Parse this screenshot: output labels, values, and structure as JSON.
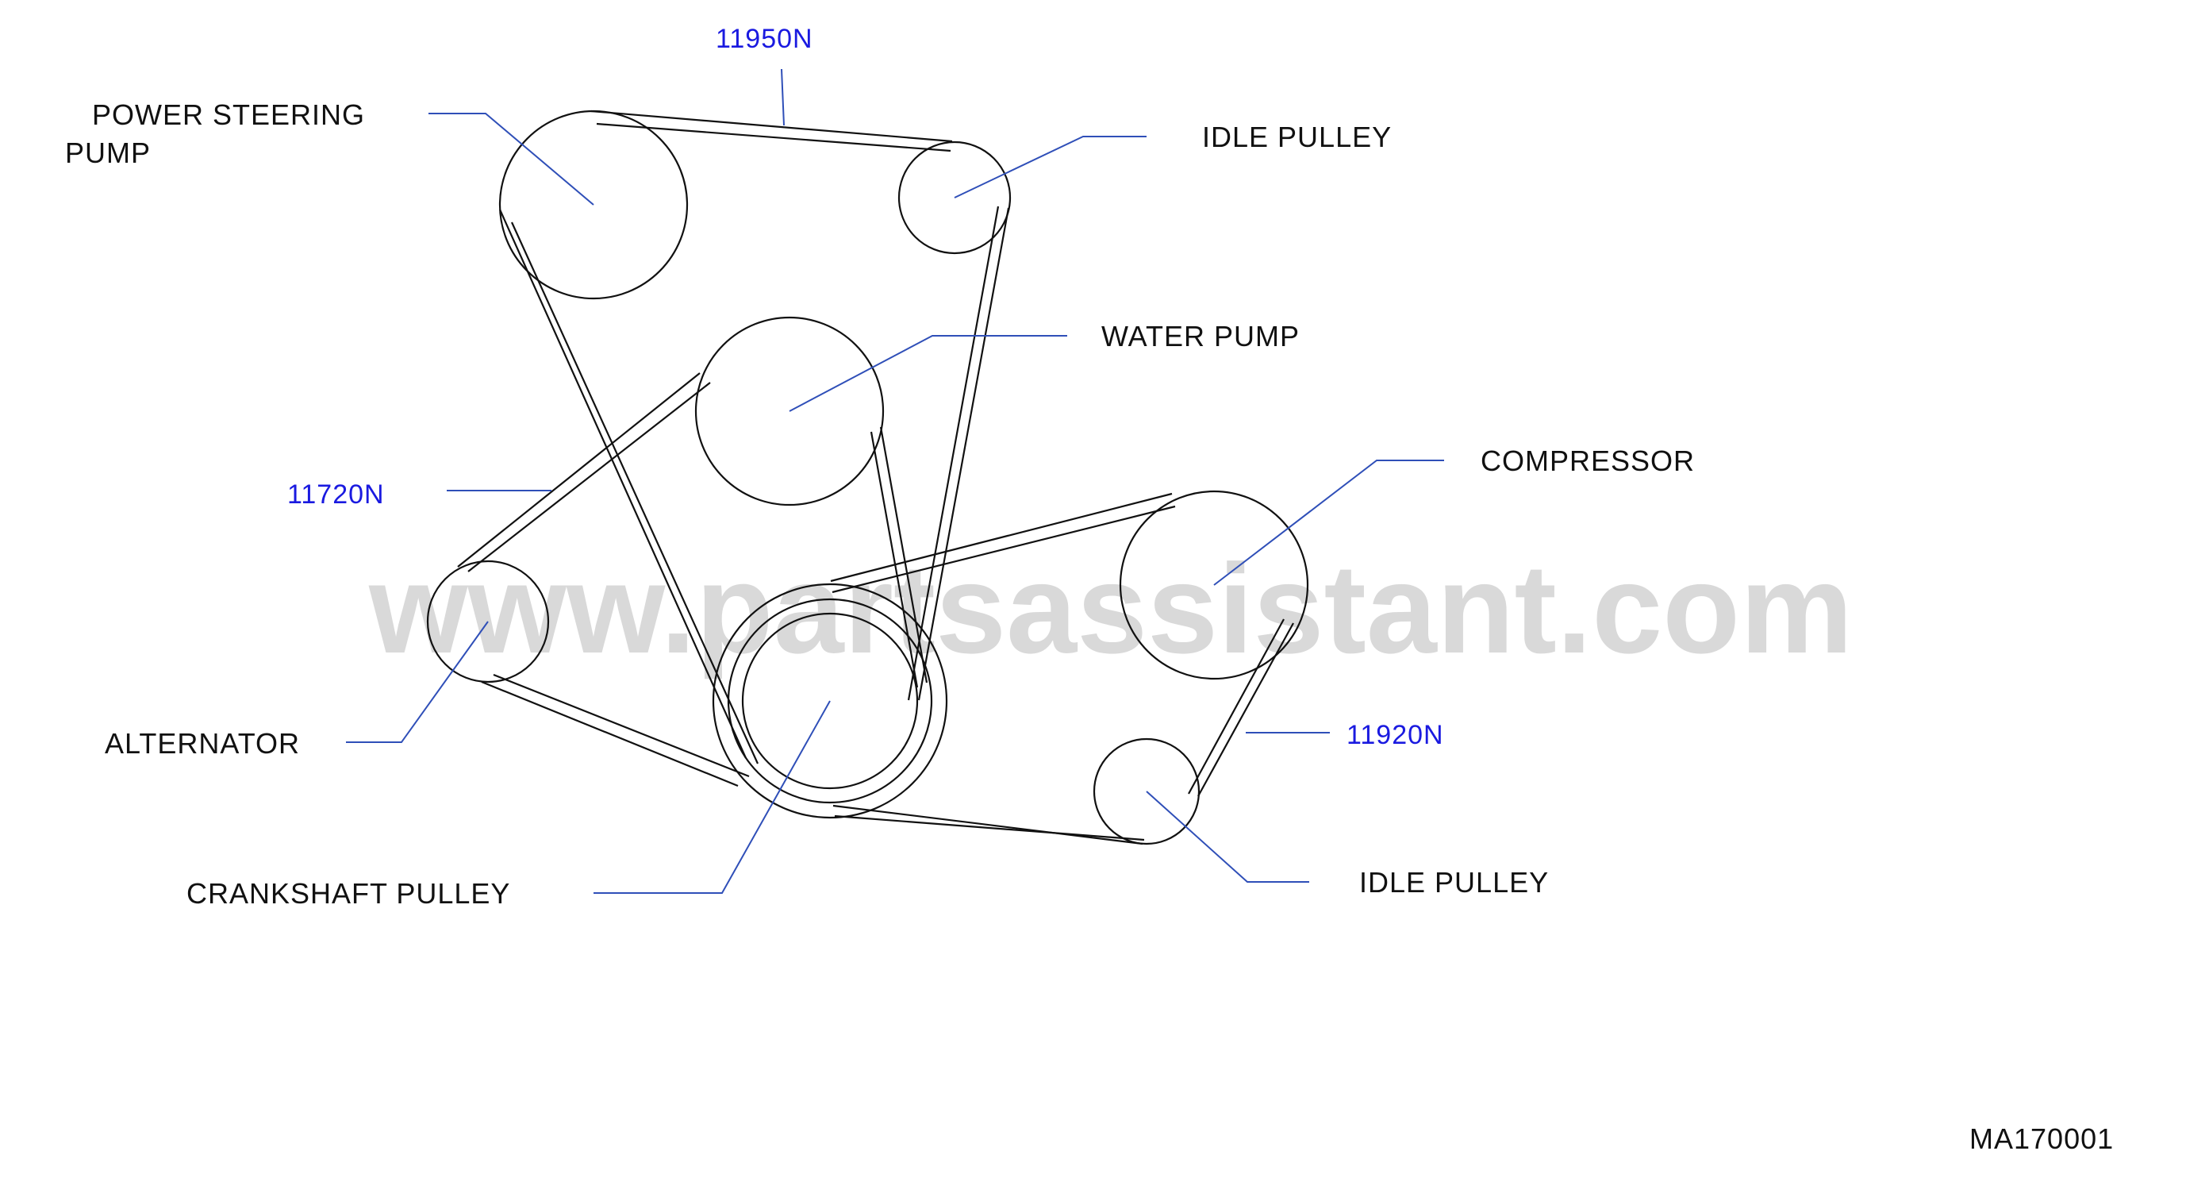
{
  "watermark": "www.partsassistant.com",
  "part_numbers": {
    "belt_top": "11950N",
    "belt_left": "11720N",
    "belt_right": "11920N"
  },
  "labels": {
    "power_steering_line1": "POWER  STEERING",
    "power_steering_line2": "PUMP",
    "idle_pulley_top": "IDLE  PULLEY",
    "water_pump": "WATER  PUMP",
    "compressor": "COMPRESSOR",
    "alternator": "ALTERNATOR",
    "crankshaft_pulley": "CRANKSHAFT  PULLEY",
    "idle_pulley_bottom": "IDLE  PULLEY"
  },
  "diagram_id": "MA170001",
  "colors": {
    "line": "#111111",
    "leader": "#2f4fb8",
    "part_number": "#1a1ae0",
    "watermark": "#d9d9d9"
  }
}
